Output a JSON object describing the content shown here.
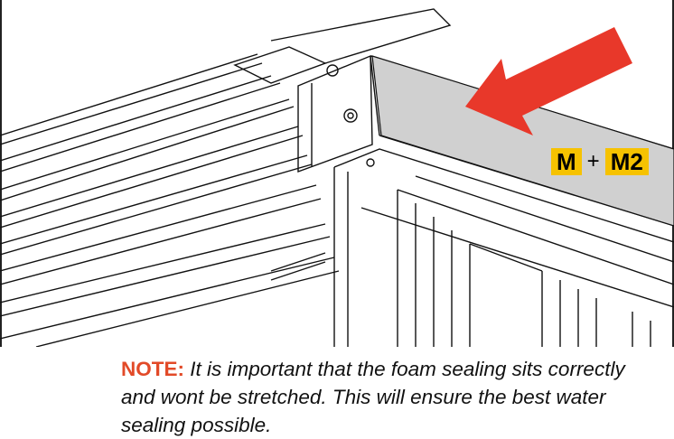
{
  "labels": {
    "part_m": "M",
    "plus": "+",
    "part_m2": "M2"
  },
  "note": {
    "label": "NOTE:",
    "text": " It is important that the foam sealing sits correctly and wont be stretched. This will ensure the best water sealing possible."
  },
  "colors": {
    "arrow": "#e8382a",
    "badge": "#f6c200",
    "foam": "#d0d0d0",
    "note_label": "#e24a28"
  }
}
